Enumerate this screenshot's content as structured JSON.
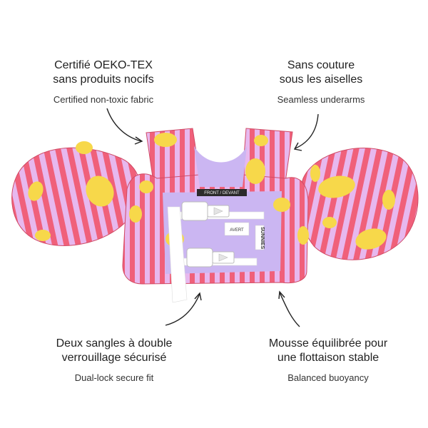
{
  "callouts": {
    "top_left": {
      "fr": "Certifié OEKO-TEX\nsans produits nocifs",
      "en": "Certified non-toxic fabric"
    },
    "top_right": {
      "fr": "Sans couture\nsous les aiselles",
      "en": "Seamless underarms"
    },
    "bottom_left": {
      "fr": "Deux sangles à double\nverrouillage sécurisé",
      "en": "Dual-lock secure fit"
    },
    "bottom_right": {
      "fr": "Mousse équilibrée pour\nune flottaison stable",
      "en": "Balanced buoyancy"
    }
  },
  "product": {
    "front_label": "FRONT / DEVANT",
    "warning_label": "AVERT",
    "brand_tag": "SUNNIES"
  },
  "colors": {
    "stripe_pink": "#f0607a",
    "stripe_lavender": "#e7b8ee",
    "lemon": "#f7d84a",
    "buckle": "#ffffff",
    "arrow": "#222222"
  }
}
